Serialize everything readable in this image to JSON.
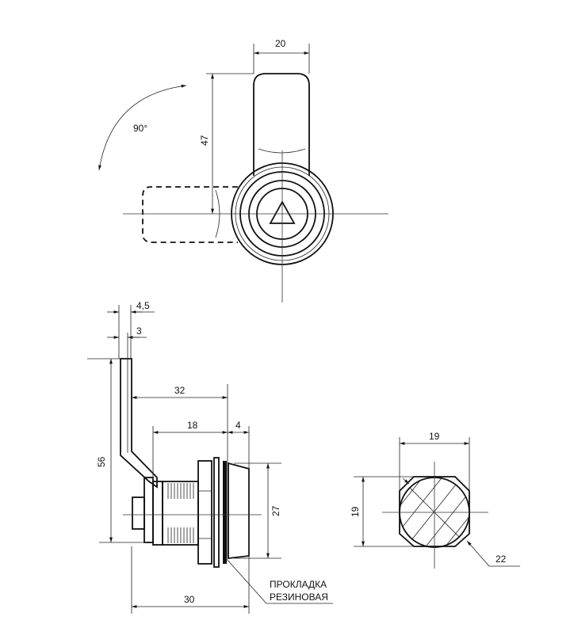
{
  "top_view": {
    "rotation_label": "90°",
    "width_dim": "20",
    "height_dim": "47"
  },
  "side_view": {
    "dims": {
      "cam_thickness_outer": "4,5",
      "cam_thickness": "3",
      "cam_length": "56",
      "cam_offset": "32",
      "thread_length": "18",
      "head_thickness": "4",
      "head_diameter": "27",
      "total_length": "30"
    },
    "note_line1": "ПРОКЛАДКА",
    "note_line2": "РЕЗИНОВАЯ"
  },
  "cutout_view": {
    "width_dim": "19",
    "height_dim": "19",
    "diameter_dim": "22"
  }
}
